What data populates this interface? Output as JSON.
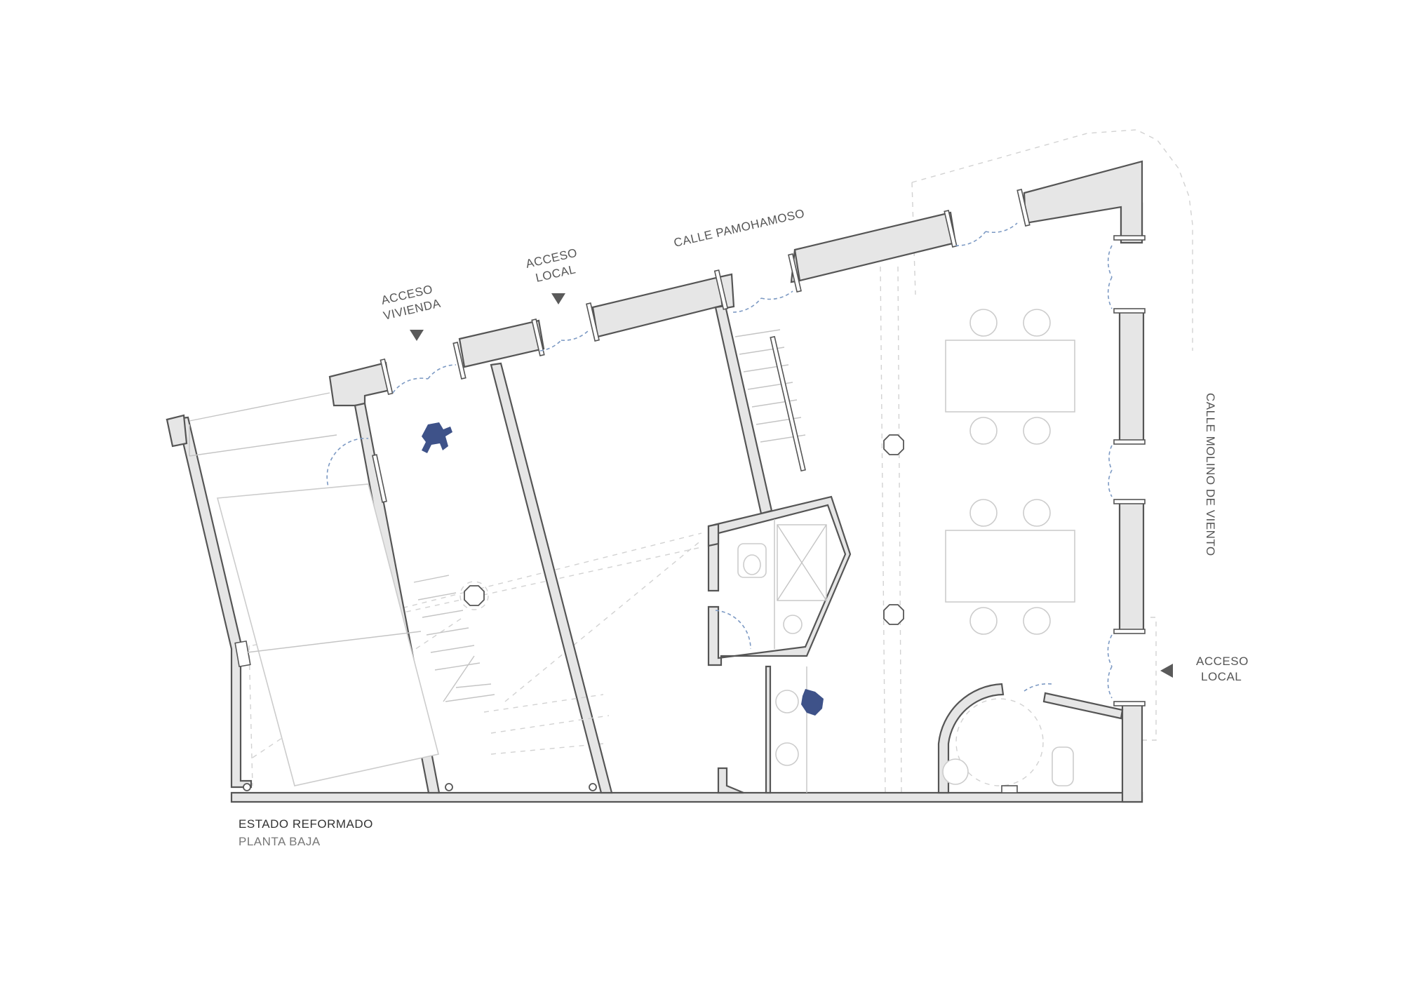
{
  "labels": {
    "street_top": "CALLE PAMOHAMOSO",
    "street_right": "CALLE MOLINO DE VIENTO",
    "access_vivienda": [
      "ACCESO",
      "VIVIENDA"
    ],
    "access_local_top": [
      "ACCESO",
      "LOCAL"
    ],
    "access_local_right": [
      "ACCESO",
      "LOCAL"
    ]
  },
  "caption": {
    "title": "ESTADO REFORMADO",
    "subtitle": "PLANTA BAJA"
  },
  "colors": {
    "wall_fill": "#e6e6e6",
    "wall_stroke": "#555555",
    "door_swing": "#7d9ac4",
    "person": "#3e5289"
  }
}
